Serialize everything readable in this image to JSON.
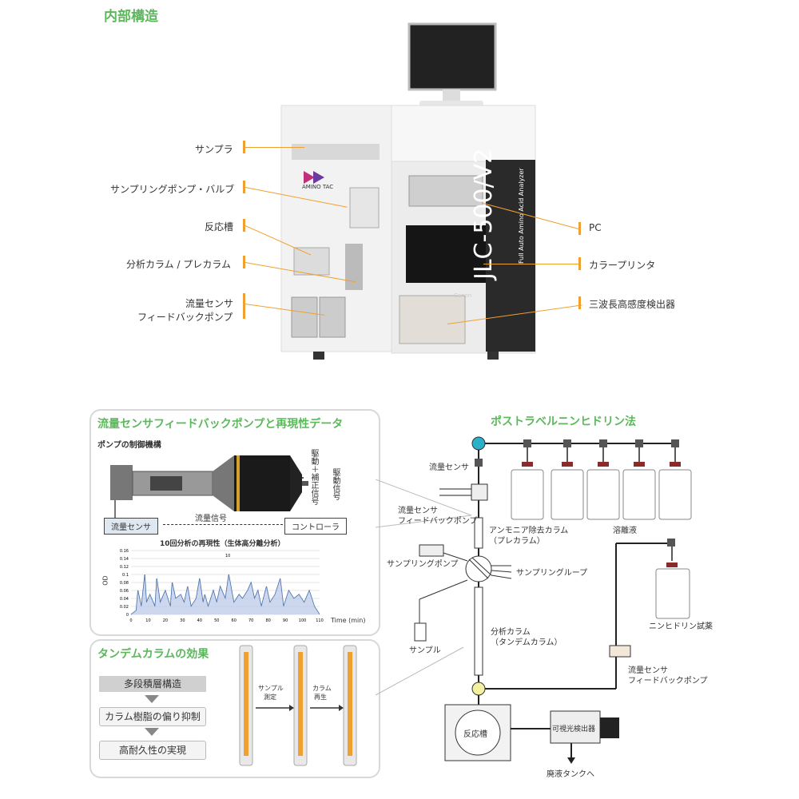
{
  "title": "内部構造",
  "top_labels_left": [
    "サンプラ",
    "サンプリングポンプ・バルブ",
    "反応槽",
    "分析カラム / プレカラム",
    "流量センサ",
    "フィードバックポンプ"
  ],
  "top_labels_right": [
    "PC",
    "カラープリンタ",
    "三波長高感度検出器"
  ],
  "machine": {
    "logo": "AMINO TAC",
    "model": "JLC-500/V2",
    "subtitle": "Full Auto Amino Acid Analyzer",
    "printer_brand": "Canon"
  },
  "panel1": {
    "title": "流量センサフィードバックポンプと再現性データ",
    "subtitle": "ポンプの制御機構",
    "sensor": "流量センサ",
    "controller": "コントローラ",
    "flow_signal": "流量信号",
    "drive_corr": "駆動＋補正信号",
    "drive": "駆動信号",
    "chart_title": "10回分析の再現性（生体高分離分析）"
  },
  "chart_data": {
    "type": "line",
    "title": "10回分析の再現性（生体高分離分析）",
    "xlabel": "Time (min)",
    "ylabel": "OD",
    "xlim": [
      0,
      110
    ],
    "ylim": [
      0,
      0.16
    ],
    "xticks": [
      "0",
      "10",
      "20",
      "30",
      "40",
      "50",
      "60",
      "70",
      "80",
      "90",
      "100",
      "110"
    ],
    "yticks": [
      "0",
      "0.02",
      "0.04",
      "0.06",
      "0.08",
      "0.1",
      "0.12",
      "0.14",
      "0.16"
    ],
    "series": [
      {
        "x": [
          0,
          3,
          4,
          6,
          8,
          9,
          11,
          14,
          15,
          17,
          20,
          23,
          24,
          26,
          29,
          31,
          33,
          35,
          38,
          40,
          42,
          43,
          45,
          48,
          50,
          52,
          55,
          57,
          60,
          63,
          65,
          68,
          70,
          72,
          74,
          76,
          79,
          81,
          84,
          87,
          89,
          92,
          95,
          98,
          101,
          104,
          107,
          110
        ],
        "values": [
          0,
          0.01,
          0.06,
          0.02,
          0.1,
          0.03,
          0.05,
          0.02,
          0.09,
          0.03,
          0.06,
          0.02,
          0.08,
          0.04,
          0.05,
          0.03,
          0.07,
          0.02,
          0.04,
          0.09,
          0.03,
          0.05,
          0.02,
          0.06,
          0.03,
          0.07,
          0.04,
          0.1,
          0.03,
          0.05,
          0.04,
          0.06,
          0.08,
          0.04,
          0.06,
          0.02,
          0.07,
          0.03,
          0.05,
          0.09,
          0.02,
          0.06,
          0.04,
          0.05,
          0.03,
          0.06,
          0.02,
          0.0
        ]
      }
    ],
    "annotations": [
      "10"
    ]
  },
  "panel2": {
    "title": "タンデムカラムの効果",
    "steps": [
      "多段積層構造",
      "カラム樹脂の偏り抑制",
      "高耐久性の実現"
    ],
    "arrow1": [
      "サンプル",
      "測定"
    ],
    "arrow2": [
      "カラム",
      "再生"
    ]
  },
  "panel3": {
    "title": "ポストラベルニンヒドリン法",
    "flow_sensor": "流量センサ",
    "fb_pump": [
      "流量センサ",
      "フィードバックポンプ"
    ],
    "ammonia": [
      "アンモニア除去カラム",
      "（プレカラム）"
    ],
    "eluent": "溶離液",
    "sampling_pump": "サンプリングポンプ",
    "sampling_loop": "サンプリングループ",
    "sample": "サンプル",
    "analysis_col": [
      "分析カラム",
      "（タンデムカラム）"
    ],
    "ninhydrin": "ニンヒドリン試薬",
    "fb_pump2": [
      "流量センサ",
      "フィードバックポンプ"
    ],
    "reactor": "反応槽",
    "detector": "可視光検出器",
    "waste": "廃液タンクへ"
  },
  "colors": {
    "accent_green": "#5bb85b",
    "orange": "#f0a030",
    "cyan": "#2ab0c8",
    "yellow": "#f3f0a0"
  }
}
